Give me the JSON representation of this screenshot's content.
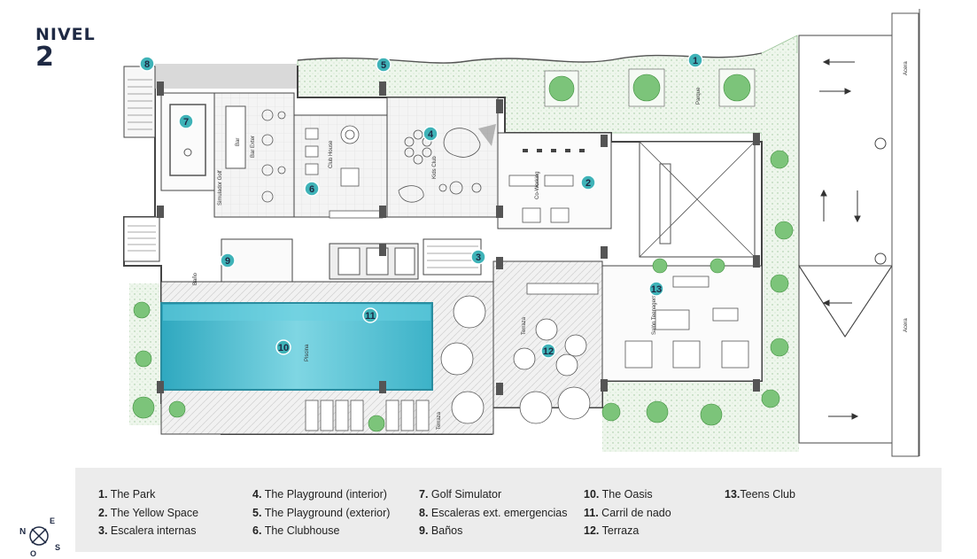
{
  "header": {
    "level_label": "NIVEL",
    "level_number": "2"
  },
  "markers": [
    "1",
    "2",
    "3",
    "4",
    "5",
    "6",
    "7",
    "8",
    "9",
    "10",
    "11",
    "12",
    "13"
  ],
  "plan_labels": {
    "parque": "Parque",
    "bar": "Bar",
    "bar_exter": "Bar Exter",
    "simulador_golf": "Simulador Golf",
    "club_house": "Club House",
    "kids_club": "Kids Club",
    "co_working": "Co-Working",
    "bano": "Baño",
    "piscina": "Piscina",
    "terraza": "Terraza",
    "salon_teenagers": "Salón Teenagers",
    "acera": "Acera"
  },
  "legend": [
    {
      "num": "1.",
      "name": "The Park"
    },
    {
      "num": "2.",
      "name": "The Yellow Space"
    },
    {
      "num": "3.",
      "name": "Escalera internas"
    },
    {
      "num": "4.",
      "name": "The Playground (interior)"
    },
    {
      "num": "5.",
      "name": "The Playground (exterior)"
    },
    {
      "num": "6.",
      "name": "The Clubhouse"
    },
    {
      "num": "7.",
      "name": "Golf Simulator"
    },
    {
      "num": "8.",
      "name": "Escaleras ext. emergencias"
    },
    {
      "num": "9.",
      "name": "Baños"
    },
    {
      "num": "10.",
      "name": "The Oasis"
    },
    {
      "num": "11.",
      "name": "Carril de nado"
    },
    {
      "num": "12.",
      "name": "Terraza"
    },
    {
      "num": "13.",
      "name": "Teens Club"
    }
  ],
  "compass": {
    "n": "N",
    "e": "E",
    "s": "S",
    "o": "O"
  },
  "colors": {
    "marker": "#3fb3b8",
    "garden": "#dff0dd",
    "pool": "#36b3c9",
    "wall": "#444444",
    "title": "#1f2a44"
  }
}
